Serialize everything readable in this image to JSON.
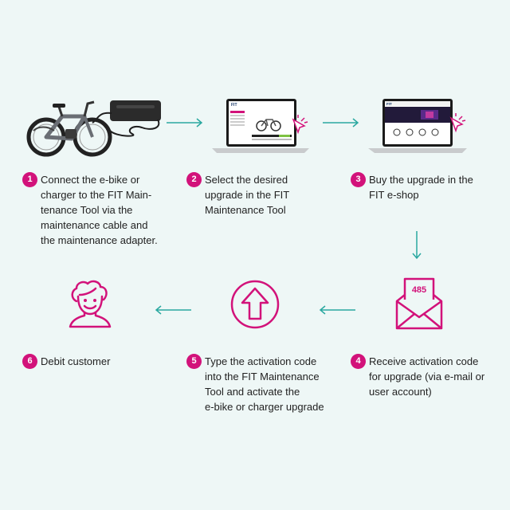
{
  "colors": {
    "accent": "#d2127a",
    "arrow": "#2aa8a0",
    "background": "#eef7f6"
  },
  "steps": [
    {
      "number": "1",
      "text": "Connect the e-bike or\ncharger to the FIT Main-\ntenance Tool via the\nmaintenance cable and\nthe maintenance adapter."
    },
    {
      "number": "2",
      "text": "Select the desired\nupgrade in the FIT\nMaintenance Tool"
    },
    {
      "number": "3",
      "text": "Buy the upgrade in the\nFIT e-shop"
    },
    {
      "number": "4",
      "text": "Receive activation code\nfor upgrade (via e-mail or\nuser account)"
    },
    {
      "number": "5",
      "text": "Type the activation code\ninto the FIT Maintenance\nTool and activate the\ne-bike or charger upgrade"
    },
    {
      "number": "6",
      "text": "Debit customer"
    }
  ],
  "envelope": {
    "code": "485"
  },
  "icons": [
    "ebike-charger-image",
    "laptop-maintenance-tool-icon",
    "laptop-eshop-icon",
    "envelope-code-icon",
    "upload-arrow-icon",
    "customer-face-icon"
  ]
}
